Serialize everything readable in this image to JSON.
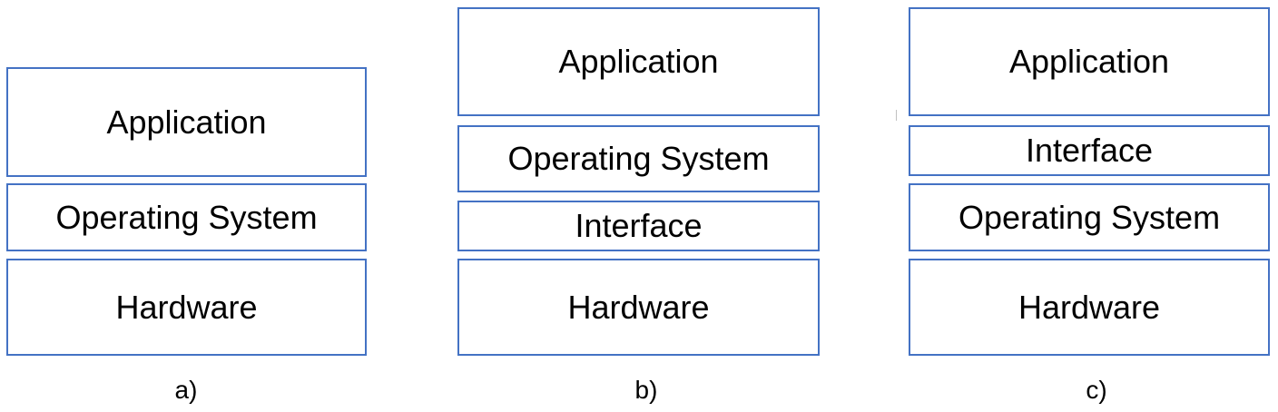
{
  "diagram": {
    "accent_color": "#4472c4",
    "panels": [
      {
        "caption": "a)",
        "layers": [
          "Application",
          "Operating System",
          "Hardware"
        ]
      },
      {
        "caption": "b)",
        "layers": [
          "Application",
          "Operating System",
          "Interface",
          "Hardware"
        ]
      },
      {
        "caption": "c)",
        "layers": [
          "Application",
          "Interface",
          "Operating System",
          "Hardware"
        ]
      }
    ]
  }
}
